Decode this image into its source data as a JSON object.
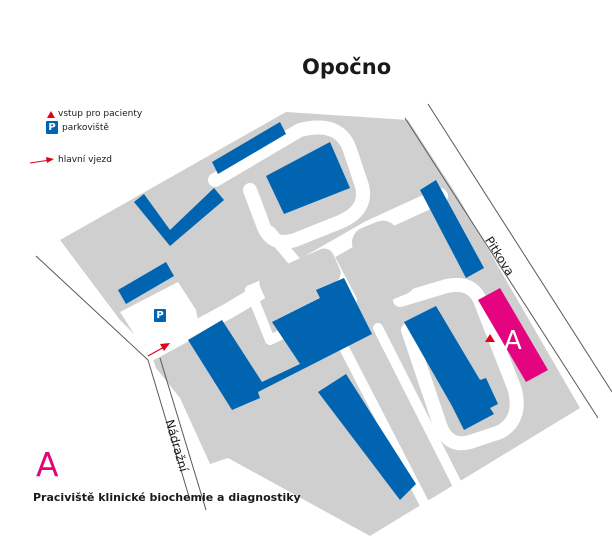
{
  "town_name": "Opočno",
  "legend": {
    "entrance_label": "vstup pro pacienty",
    "parking_symbol": "P",
    "parking_label": "parkoviště",
    "main_entry_label": "hlavní vjezd"
  },
  "streets": {
    "pitkova": "Pitkova",
    "nadrazni": "Nádražní"
  },
  "buildings": {
    "highlight_letter": "A"
  },
  "parking_marker": "P",
  "footer": {
    "letter": "A",
    "caption": "Praciviště klinické biochemie a diagnostiky"
  },
  "colors": {
    "building": "#0064b0",
    "highlight": "#e5047f",
    "ground": "#cfcfcf",
    "road": "#ffffff",
    "entrance_marker": "#e3001b"
  }
}
